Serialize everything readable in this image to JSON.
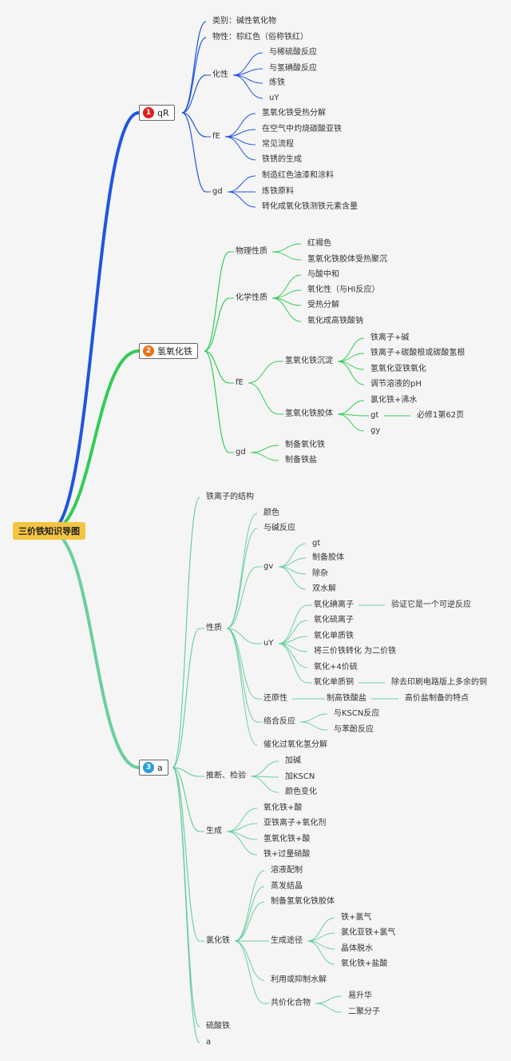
{
  "colors": {
    "branch1": "#1f56e0",
    "branch2": "#33cc55",
    "branch3": "#6bcfa0",
    "root_bg": "#f4c542",
    "badge1": "#e02020",
    "badge2": "#e8731a",
    "badge3": "#2a9ed8"
  },
  "root": "三价铁知识导图",
  "branches": [
    {
      "id": "b1",
      "badge": "1",
      "label": "qR",
      "color": "#1f56e0",
      "badge_color": "#e02020",
      "children": [
        {
          "id": "b1-0",
          "label": "类别：碱性氧化物",
          "children": []
        },
        {
          "id": "b1-1",
          "label": "物性：棕红色（俗称铁红）",
          "children": []
        },
        {
          "id": "b1-2",
          "label": "化性",
          "children": [
            {
              "id": "b1-2-0",
              "label": "与稀硫酸反应"
            },
            {
              "id": "b1-2-1",
              "label": "与氢碘酸反应"
            },
            {
              "id": "b1-2-2",
              "label": "炼铁"
            },
            {
              "id": "b1-2-3",
              "label": "uY"
            }
          ]
        },
        {
          "id": "b1-3",
          "label": "fE",
          "children": [
            {
              "id": "b1-3-0",
              "label": "氢氧化铁受热分解"
            },
            {
              "id": "b1-3-1",
              "label": "在空气中灼烧碳酸亚铁"
            },
            {
              "id": "b1-3-2",
              "label": "常见流程"
            },
            {
              "id": "b1-3-3",
              "label": "铁锈的生成"
            }
          ]
        },
        {
          "id": "b1-4",
          "label": "gd",
          "children": [
            {
              "id": "b1-4-0",
              "label": "制造红色油漆和涂料"
            },
            {
              "id": "b1-4-1",
              "label": "炼铁原料"
            },
            {
              "id": "b1-4-2",
              "label": "转化成氧化铁测铁元素含量"
            }
          ]
        }
      ]
    },
    {
      "id": "b2",
      "badge": "2",
      "label": "氢氧化铁",
      "color": "#33cc55",
      "badge_color": "#e8731a",
      "children": [
        {
          "id": "b2-0",
          "label": "物理性质",
          "children": [
            {
              "id": "b2-0-0",
              "label": "红褐色"
            },
            {
              "id": "b2-0-1",
              "label": "氢氧化铁胶体受热聚沉"
            }
          ]
        },
        {
          "id": "b2-1",
          "label": "化学性质",
          "children": [
            {
              "id": "b2-1-0",
              "label": "与酸中和"
            },
            {
              "id": "b2-1-1",
              "label": "氧化性（与HI反应）"
            },
            {
              "id": "b2-1-2",
              "label": "受热分解"
            },
            {
              "id": "b2-1-3",
              "label": "氧化成高铁酸钠"
            }
          ]
        },
        {
          "id": "b2-2",
          "label": "fE",
          "children": [
            {
              "id": "b2-2-0",
              "label": "氢氧化铁沉淀",
              "children": [
                {
                  "id": "b2-2-0-0",
                  "label": "铁离子+碱"
                },
                {
                  "id": "b2-2-0-1",
                  "label": "铁离子+碳酸根或碳酸氢根"
                },
                {
                  "id": "b2-2-0-2",
                  "label": "氢氧化亚铁氧化"
                },
                {
                  "id": "b2-2-0-3",
                  "label": "调节溶液的pH"
                }
              ]
            },
            {
              "id": "b2-2-1",
              "label": "氢氧化铁胶体",
              "children": [
                {
                  "id": "b2-2-1-0",
                  "label": "氯化铁+沸水"
                },
                {
                  "id": "b2-2-1-1",
                  "label": "gt",
                  "children": [
                    {
                      "id": "b2-2-1-1-0",
                      "label": "必修1第62页"
                    }
                  ]
                },
                {
                  "id": "b2-2-1-2",
                  "label": "gy"
                }
              ]
            }
          ]
        },
        {
          "id": "b2-3",
          "label": "gd",
          "children": [
            {
              "id": "b2-3-0",
              "label": "制备氧化铁"
            },
            {
              "id": "b2-3-1",
              "label": "制备铁盐"
            }
          ]
        }
      ]
    },
    {
      "id": "b3",
      "badge": "3",
      "label": "a",
      "color": "#6bcfa0",
      "badge_color": "#2a9ed8",
      "children": [
        {
          "id": "b3-0",
          "label": "铁离子的结构",
          "children": []
        },
        {
          "id": "b3-1",
          "label": "性质",
          "children": [
            {
              "id": "b3-1-0",
              "label": "颜色"
            },
            {
              "id": "b3-1-1",
              "label": "与碱反应"
            },
            {
              "id": "b3-1-2",
              "label": "gv",
              "children": [
                {
                  "id": "b3-1-2-0",
                  "label": "gt"
                },
                {
                  "id": "b3-1-2-1",
                  "label": "制备胶体"
                },
                {
                  "id": "b3-1-2-2",
                  "label": "除杂"
                },
                {
                  "id": "b3-1-2-3",
                  "label": "双水解"
                }
              ]
            },
            {
              "id": "b3-1-3",
              "label": "uY",
              "children": [
                {
                  "id": "b3-1-3-0",
                  "label": "氧化碘离子",
                  "children": [
                    {
                      "id": "b3-1-3-0-0",
                      "label": "验证它是一个可逆反应"
                    }
                  ]
                },
                {
                  "id": "b3-1-3-1",
                  "label": "氧化硫离子"
                },
                {
                  "id": "b3-1-3-2",
                  "label": "氧化单质铁"
                },
                {
                  "id": "b3-1-3-3",
                  "label": "将三价铁转化 为二价铁"
                },
                {
                  "id": "b3-1-3-4",
                  "label": "氧化+4价硫"
                },
                {
                  "id": "b3-1-3-5",
                  "label": "氧化单质铜",
                  "children": [
                    {
                      "id": "b3-1-3-5-0",
                      "label": "除去印刷电路版上多余的铜"
                    }
                  ]
                }
              ]
            },
            {
              "id": "b3-1-4",
              "label": "还原性",
              "children": [
                {
                  "id": "b3-1-4-0",
                  "label": "制高铁酸盐",
                  "children": [
                    {
                      "id": "b3-1-4-0-0",
                      "label": "高价盐制备的特点"
                    }
                  ]
                }
              ]
            },
            {
              "id": "b3-1-5",
              "label": "络合反应",
              "children": [
                {
                  "id": "b3-1-5-0",
                  "label": "与KSCN反应"
                },
                {
                  "id": "b3-1-5-1",
                  "label": "与苯酚反应"
                }
              ]
            },
            {
              "id": "b3-1-6",
              "label": "催化过氧化氢分解"
            }
          ]
        },
        {
          "id": "b3-2",
          "label": "推断、检验",
          "children": [
            {
              "id": "b3-2-0",
              "label": "加碱"
            },
            {
              "id": "b3-2-1",
              "label": "加KSCN"
            },
            {
              "id": "b3-2-2",
              "label": "颜色变化"
            }
          ]
        },
        {
          "id": "b3-3",
          "label": "生成",
          "children": [
            {
              "id": "b3-3-0",
              "label": "氧化铁+酸"
            },
            {
              "id": "b3-3-1",
              "label": "亚铁离子+氧化剂"
            },
            {
              "id": "b3-3-2",
              "label": "氢氧化铁+酸"
            },
            {
              "id": "b3-3-3",
              "label": "铁+过量硝酸"
            }
          ]
        },
        {
          "id": "b3-4",
          "label": "氯化铁",
          "children": [
            {
              "id": "b3-4-0",
              "label": "溶液配制"
            },
            {
              "id": "b3-4-1",
              "label": "蒸发结晶"
            },
            {
              "id": "b3-4-2",
              "label": "制备氢氧化铁胶体"
            },
            {
              "id": "b3-4-3",
              "label": "生成途径",
              "children": [
                {
                  "id": "b3-4-3-0",
                  "label": "铁+氯气"
                },
                {
                  "id": "b3-4-3-1",
                  "label": "氯化亚铁+氯气"
                },
                {
                  "id": "b3-4-3-2",
                  "label": "晶体脱水"
                },
                {
                  "id": "b3-4-3-3",
                  "label": "氧化铁+盐酸"
                }
              ]
            },
            {
              "id": "b3-4-4",
              "label": "利用或抑制水解"
            },
            {
              "id": "b3-4-5",
              "label": "共价化合物",
              "children": [
                {
                  "id": "b3-4-5-0",
                  "label": "易升华"
                },
                {
                  "id": "b3-4-5-1",
                  "label": "二聚分子"
                }
              ]
            }
          ]
        },
        {
          "id": "b3-5",
          "label": "硫酸铁",
          "children": []
        },
        {
          "id": "b3-6",
          "label": "a",
          "children": []
        }
      ]
    }
  ]
}
